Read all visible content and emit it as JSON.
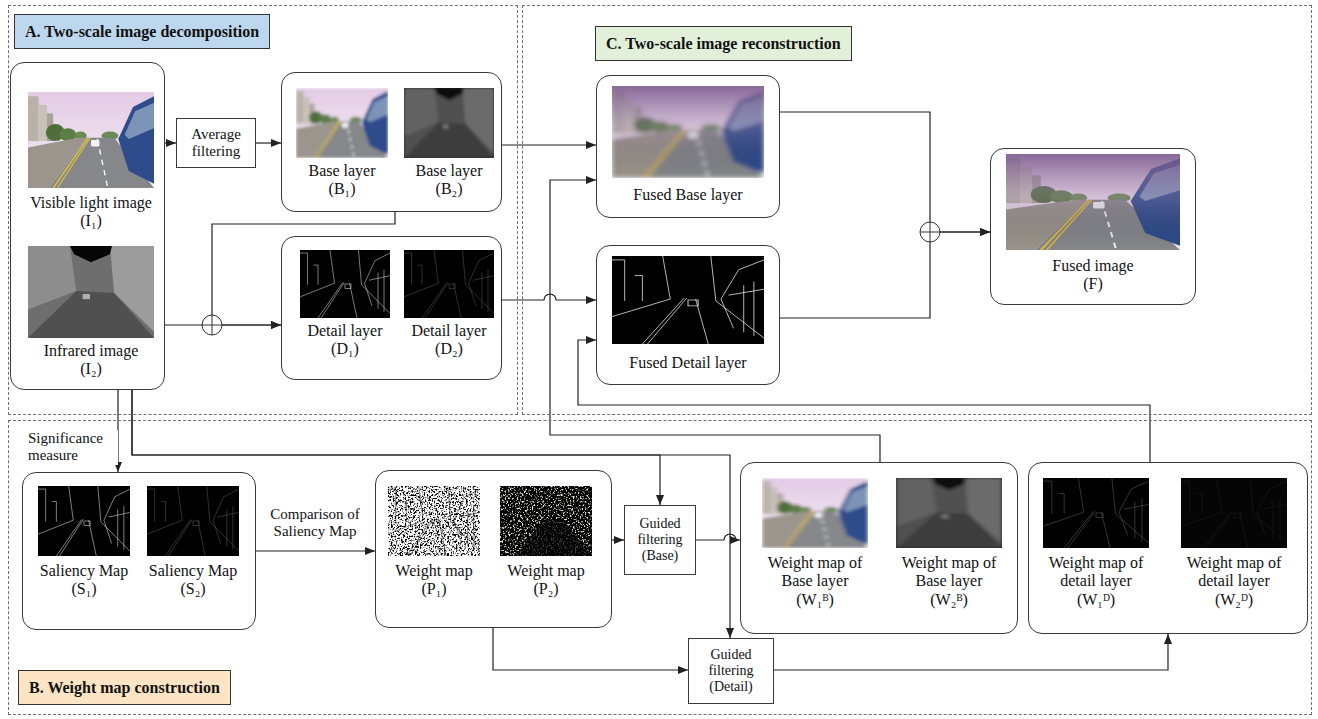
{
  "diagram": {
    "nodes": [
      {
        "text": [
          "A. Two-scale image decomposition"
        ]
      },
      {
        "text": [
          "Visible light image (I₁)",
          "Infrared image (I₂)"
        ],
        "in": 0
      },
      {
        "text": [
          "Average filtering"
        ],
        "in": 0
      },
      {
        "text": [
          "Base layer (B₁)",
          "Base layer (B₂)"
        ],
        "in": 0
      },
      {
        "text": [
          "Detail layer (D₁)",
          "Detail layer (D₂)"
        ],
        "in": 0
      },
      {
        "text": [
          "C. Two-scale image reconstruction"
        ]
      },
      {
        "text": [
          "Fused Base layer"
        ],
        "in": 5
      },
      {
        "text": [
          "Fused Detail layer"
        ],
        "in": 5
      },
      {
        "text": [
          "Fused image (F)"
        ],
        "in": 5
      },
      {
        "text": [
          "B. Weight map construction"
        ]
      },
      {
        "text": [
          "Saliency Map (S₁)",
          "Saliency Map (S₂)"
        ],
        "in": 9
      },
      {
        "text": [
          "Weight map (P₁)",
          "Weight map (P₂)"
        ],
        "in": 9
      },
      {
        "text": [
          "Guided filtering (Base)"
        ],
        "in": 9
      },
      {
        "text": [
          "Weight map of Base layer (W₁ᴮ)",
          "Weight map of Base layer (W₂ᴮ)"
        ],
        "in": 9
      },
      {
        "text": [
          "Weight map of detail layer (W₁ᴰ)",
          "Weight map of detail layer (W₂ᴰ)"
        ],
        "in": 9
      },
      {
        "text": [
          "Guided filtering (Detail)"
        ],
        "in": 9
      }
    ],
    "edges": [
      {
        "from": 1,
        "to": 2,
        "arrow": "to"
      },
      {
        "from": 2,
        "to": 3,
        "arrow": "to"
      },
      {
        "from": 1,
        "to": 4,
        "arrow": "to"
      },
      {
        "from": 3,
        "to": 4,
        "arrow": "to"
      },
      {
        "from": 3,
        "to": 6,
        "arrow": "to"
      },
      {
        "from": 4,
        "to": 7,
        "arrow": "to"
      },
      {
        "from": 6,
        "to": 8,
        "arrow": "to"
      },
      {
        "from": 7,
        "to": 8,
        "arrow": "to"
      },
      {
        "from": 1,
        "to": 10,
        "label": "Significance measure",
        "arrow": "to"
      },
      {
        "from": 1,
        "to": 12,
        "arrow": "to"
      },
      {
        "from": 1,
        "to": 15,
        "arrow": "to"
      },
      {
        "from": 10,
        "to": 11,
        "label": "Comparison of Saliency Map",
        "arrow": "to"
      },
      {
        "from": 11,
        "to": 12,
        "arrow": "to"
      },
      {
        "from": 11,
        "to": 15,
        "arrow": "to"
      },
      {
        "from": 12,
        "to": 13,
        "arrow": "to"
      },
      {
        "from": 15,
        "to": 14,
        "arrow": "to"
      },
      {
        "from": 13,
        "to": 6,
        "arrow": "to"
      },
      {
        "from": 14,
        "to": 7,
        "arrow": "to"
      }
    ]
  }
}
